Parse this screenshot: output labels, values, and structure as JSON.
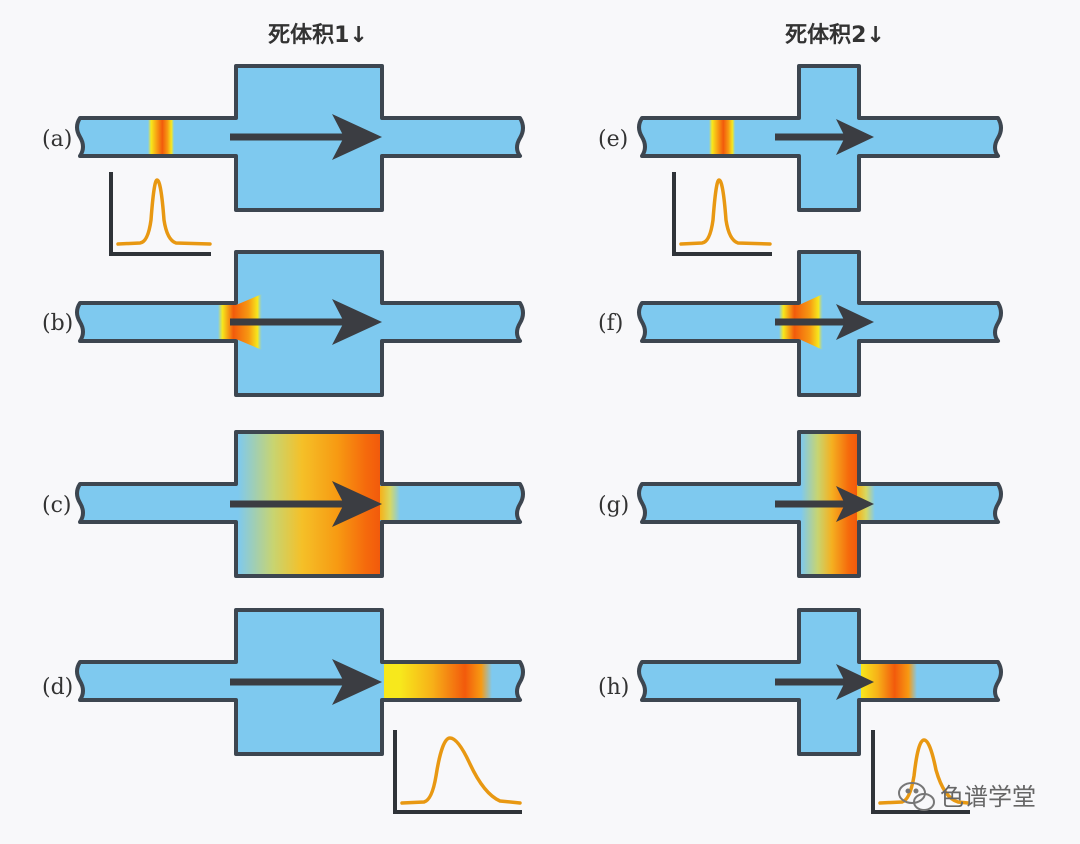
{
  "titles": {
    "left": "死体积1↓",
    "right": "死体积2↓"
  },
  "panels": [
    {
      "id": "a",
      "label": "(a)"
    },
    {
      "id": "b",
      "label": "(b)"
    },
    {
      "id": "c",
      "label": "(c)"
    },
    {
      "id": "d",
      "label": "(d)"
    },
    {
      "id": "e",
      "label": "(e)"
    },
    {
      "id": "f",
      "label": "(f)"
    },
    {
      "id": "g",
      "label": "(g)"
    },
    {
      "id": "h",
      "label": "(h)"
    }
  ],
  "watermark": {
    "text": "色谱学堂",
    "icon": "wechat-icon"
  },
  "colors": {
    "tube": "#7ec9ef",
    "outline": "#3d4650",
    "arrow": "#3b3d42",
    "peak": "#e89812",
    "band_yellow": "#f7e81c",
    "band_orange": "#f79a12",
    "band_red": "#f25a0c"
  }
}
